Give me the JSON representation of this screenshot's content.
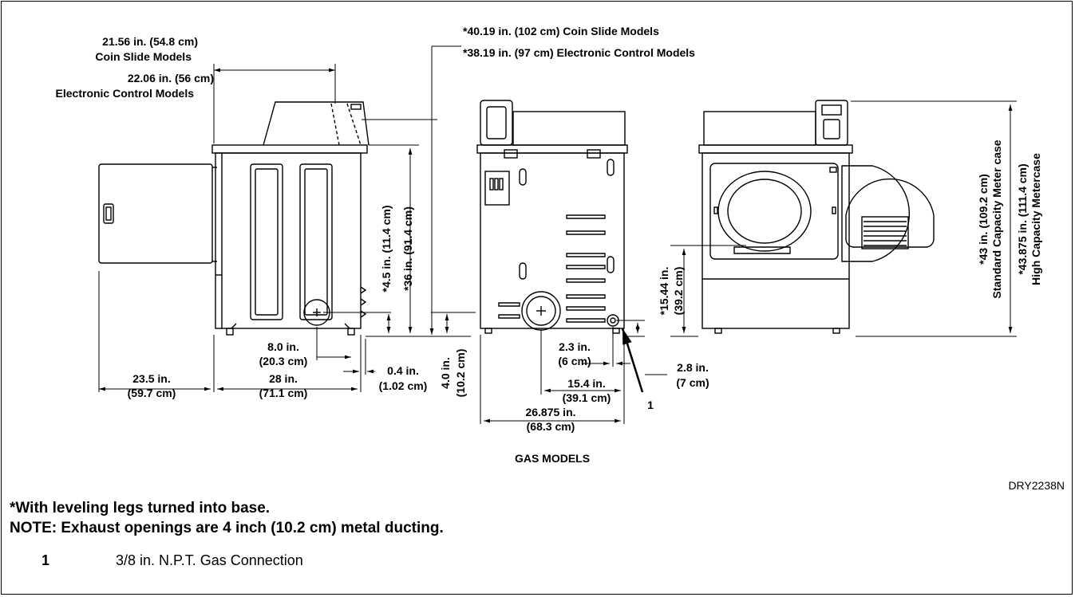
{
  "labels": {
    "side_depth_coin_a": "21.56 in. (54.8 cm)",
    "side_depth_coin_b": "Coin Slide Models",
    "side_depth_elec_a": "22.06 in. (56 cm)",
    "side_depth_elec_b": "Electronic Control Models",
    "height_coin": "*40.19 in. (102 cm) Coin Slide Models",
    "height_elec": "*38.19 in. (97 cm) Electronic Control Models",
    "exhaust_height": "*4.5 in. (11.4 cm)",
    "cabinet_height": "*36 in. (91.4 cm)",
    "exhaust_offset_a": "8.0 in.",
    "exhaust_offset_b": "(20.3 cm)",
    "door_depth_a": "23.5 in.",
    "door_depth_b": "(59.7 cm)",
    "cabinet_depth_a": "28 in.",
    "cabinet_depth_b": "(71.1 cm)",
    "leg_offset_a": "0.4 in.",
    "leg_offset_b": "(1.02 cm)",
    "rear_exhaust_height_a": "4.0 in.",
    "rear_exhaust_height_b": "(10.2 cm)",
    "gas_offset_a": "2.3 in.",
    "gas_offset_b": "(6 cm)",
    "exhaust_center_a": "15.4 in.",
    "exhaust_center_b": "(39.1 cm)",
    "width_a": "26.875 in.",
    "width_b": "(68.3 cm)",
    "gas_height_a": "2.8 in.",
    "gas_height_b": "(7 cm)",
    "callout_1": "1",
    "door_height_a": "*15.44 in.",
    "door_height_b": "(39.2 cm)",
    "std_height_a": "*43 in. (109.2 cm)",
    "std_height_b": "Standard Capacity Meter case",
    "hc_height_a": "*43.875 in. (111.4 cm)",
    "hc_height_b": "High Capacity Metercase",
    "section_title": "GAS MODELS",
    "figure_id": "DRY2238N"
  },
  "notes": {
    "leveling": "*With leveling legs turned into base.",
    "exhaust": "NOTE: Exhaust openings are 4 inch (10.2 cm) metal ducting."
  },
  "legend": {
    "num": "1",
    "text": "3/8 in. N.P.T. Gas Connection"
  }
}
